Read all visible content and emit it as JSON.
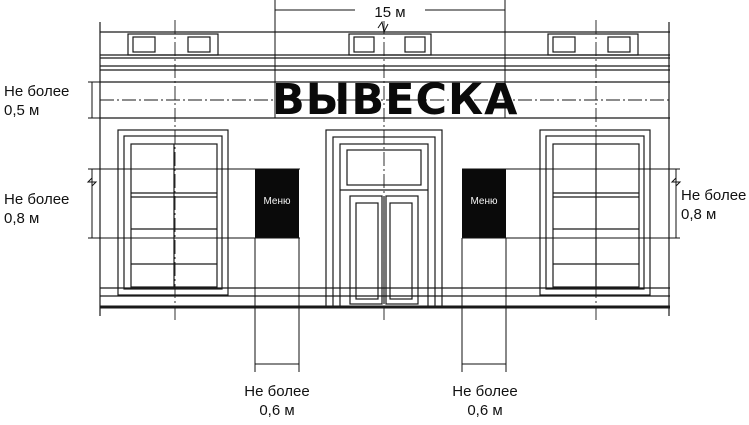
{
  "sign": {
    "text": "ВЫВЕСКА"
  },
  "menu_left": {
    "text": "Меню"
  },
  "menu_right": {
    "text": "Меню"
  },
  "dimension_width": {
    "text": "15 м"
  },
  "label_sign_height": {
    "line1": "Не более",
    "line2": "0,5 м"
  },
  "label_menu_height_left": {
    "line1": "Не более",
    "line2": "0,8 м"
  },
  "label_menu_height_right": {
    "line1": "Не более",
    "line2": "0,8 м"
  },
  "label_menu_width_left": {
    "line1": "Не более",
    "line2": "0,6 м"
  },
  "label_menu_width_right": {
    "line1": "Не более",
    "line2": "0,6 м"
  },
  "colors": {
    "ink": "#111111",
    "menu_fill": "#0a0a0a",
    "background": "#ffffff"
  }
}
